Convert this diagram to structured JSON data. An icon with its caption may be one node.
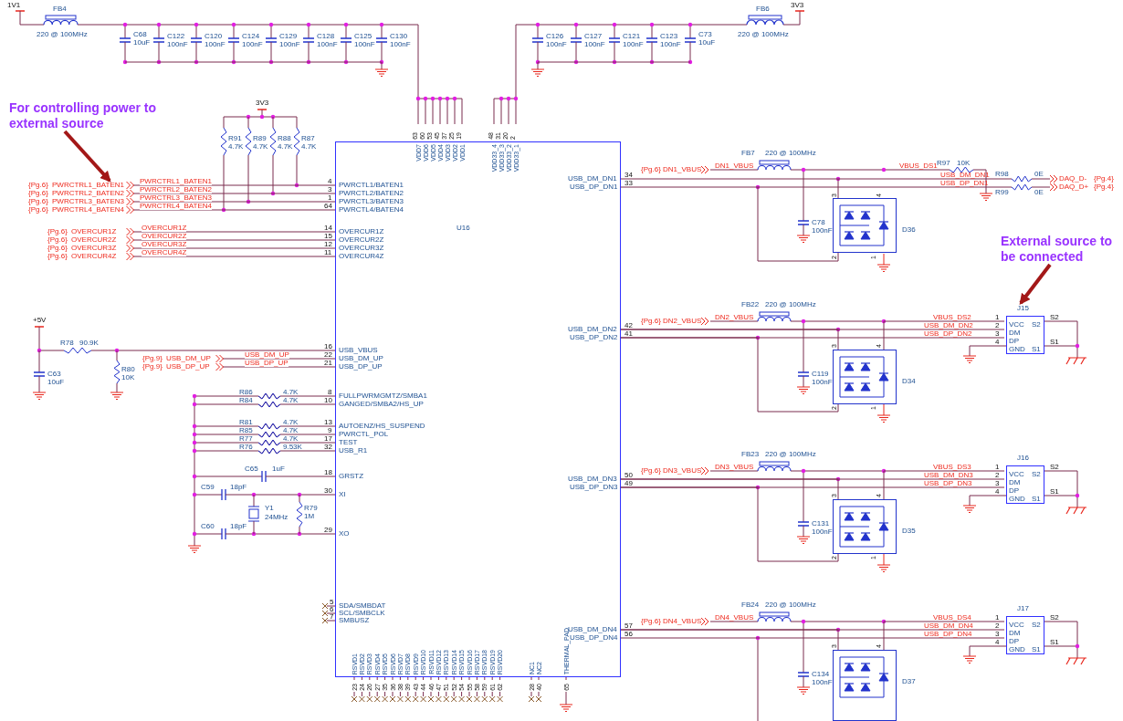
{
  "diagram": {
    "nodes": [
      {
        "text": [
          "For controlling power to external source"
        ]
      },
      {
        "text": [
          "External source to be connected"
        ]
      },
      {
        "text": [
          "U16",
          "VDD7",
          "VDD6",
          "VDD5",
          "VDD4",
          "VDD3",
          "VDD2",
          "VDD1",
          "VDD33_4",
          "VDD33_3",
          "VDD33_2",
          "VDD33_1",
          "PWRCTL1/BATEN1",
          "PWRCTL2/BATEN2",
          "PWRCTL3/BATEN3",
          "PWRCTL4/BATEN4",
          "OVERCUR1Z",
          "OVERCUR2Z",
          "OVERCUR3Z",
          "OVERCUR4Z",
          "USB_VBUS",
          "USB_DM_UP",
          "USB_DP_UP",
          "FULLPWRMGMTZ/SMBA1",
          "GANGED/SMBA2/HS_UP",
          "AUTOENZ/HS_SUSPEND",
          "PWRCTL_POL",
          "TEST",
          "USB_R1",
          "GRSTZ",
          "XI",
          "XO",
          "SDA/SMBDAT",
          "SCL/SMBCLK",
          "SMBUSZ",
          "RSVD1",
          "RSVD2",
          "RSVD3",
          "RSVD4",
          "RSVD5",
          "RSVD6",
          "RSVD7",
          "RSVD8",
          "RSVD9",
          "RSVD10",
          "RSVD11",
          "RSVD12",
          "RSVD13",
          "RSVD14",
          "RSVD15",
          "RSVD16",
          "RSVD17",
          "RSVD18",
          "RSVD19",
          "RSVD20",
          "NC1",
          "NC2",
          "THERMAL_PAD",
          "USB_DM_DN1",
          "USB_DP_DN1",
          "USB_DM_DN2",
          "USB_DP_DN2",
          "USB_DM_DN3",
          "USB_DP_DN3",
          "USB_DM_DN4",
          "USB_DP_DN4"
        ]
      },
      {
        "text": [
          "J15",
          "VCC",
          "S2",
          "DM",
          "DP",
          "GND",
          "S1"
        ]
      },
      {
        "text": [
          "J16",
          "VCC",
          "S2",
          "DM",
          "DP",
          "GND",
          "S1"
        ]
      },
      {
        "text": [
          "J17",
          "VCC",
          "S2",
          "DM",
          "DP",
          "GND",
          "S1"
        ]
      },
      {
        "text": [
          "D36"
        ]
      },
      {
        "text": [
          "D34"
        ]
      },
      {
        "text": [
          "D35"
        ]
      },
      {
        "text": [
          "D37"
        ]
      },
      {
        "text": [
          "{Pg.6}",
          "PWRCTRL1_BATEN1"
        ]
      },
      {
        "text": [
          "{Pg.6}",
          "PWRCTRL2_BATEN2"
        ]
      },
      {
        "text": [
          "{Pg.6}",
          "PWRCTRL3_BATEN3"
        ]
      },
      {
        "text": [
          "{Pg.6}",
          "PWRCTRL4_BATEN4"
        ]
      },
      {
        "text": [
          "{Pg.6}",
          "OVERCUR1Z"
        ]
      },
      {
        "text": [
          "{Pg.6}",
          "OVERCUR2Z"
        ]
      },
      {
        "text": [
          "{Pg.6}",
          "OVERCUR3Z"
        ]
      },
      {
        "text": [
          "{Pg.6}",
          "OVERCUR4Z"
        ]
      },
      {
        "text": [
          "{Pg.9}",
          "USB_DM_UP"
        ]
      },
      {
        "text": [
          "{Pg.9}",
          "USB_DP_UP"
        ]
      }
    ],
    "edges": [
      {
        "from": 0,
        "to": 10,
        "arrow": "to",
        "style": "thick",
        "color": "#a31818"
      },
      {
        "from": 1,
        "to": 3,
        "arrow": "to",
        "style": "thick",
        "color": "#a31818"
      },
      {
        "from": 2,
        "to": 6,
        "arrow": "none"
      },
      {
        "from": 2,
        "to": 6,
        "arrow": "none"
      },
      {
        "from": 2,
        "to": 3,
        "arrow": "none"
      },
      {
        "from": 2,
        "to": 7,
        "arrow": "none"
      },
      {
        "from": 2,
        "to": 3,
        "arrow": "none"
      },
      {
        "from": 2,
        "to": 7,
        "arrow": "none"
      },
      {
        "from": 7,
        "to": 3,
        "arrow": "none"
      },
      {
        "from": 2,
        "to": 4,
        "arrow": "none"
      },
      {
        "from": 2,
        "to": 8,
        "arrow": "none"
      },
      {
        "from": 2,
        "to": 4,
        "arrow": "none"
      },
      {
        "from": 2,
        "to": 8,
        "arrow": "none"
      },
      {
        "from": 8,
        "to": 4,
        "arrow": "none"
      },
      {
        "from": 2,
        "to": 5,
        "arrow": "none"
      },
      {
        "from": 2,
        "to": 9,
        "arrow": "none"
      },
      {
        "from": 2,
        "to": 5,
        "arrow": "none"
      },
      {
        "from": 9,
        "to": 5,
        "arrow": "none"
      },
      {
        "from": 10,
        "to": 2,
        "arrow": "none",
        "label": "PWRCTRL1_BATEN1"
      },
      {
        "from": 11,
        "to": 2,
        "arrow": "none",
        "label": "PWRCTRL2_BATEN2"
      },
      {
        "from": 12,
        "to": 2,
        "arrow": "none",
        "label": "PWRCTRL3_BATEN3"
      },
      {
        "from": 13,
        "to": 2,
        "arrow": "none",
        "label": "PWRCTRL4_BATEN4"
      },
      {
        "from": 14,
        "to": 2,
        "arrow": "none",
        "label": "OVERCUR1Z"
      },
      {
        "from": 15,
        "to": 2,
        "arrow": "none",
        "label": "OVERCUR2Z"
      },
      {
        "from": 16,
        "to": 2,
        "arrow": "none",
        "label": "OVERCUR3Z"
      },
      {
        "from": 17,
        "to": 2,
        "arrow": "none",
        "label": "OVERCUR4Z"
      },
      {
        "from": 18,
        "to": 2,
        "arrow": "none",
        "label": "USB_DM_UP"
      },
      {
        "from": 19,
        "to": 2,
        "arrow": "none",
        "label": "USB_DP_UP"
      }
    ],
    "labels": [
      "1V1",
      "FB4",
      "220 @ 100MHz",
      "C68",
      "10uF",
      "C122",
      "100nF",
      "C120",
      "100nF",
      "C124",
      "100nF",
      "C129",
      "100nF",
      "C128",
      "100nF",
      "C125",
      "100nF",
      "C130",
      "100nF",
      "FB6",
      "220 @ 100MHz",
      "3V3",
      "C126",
      "100nF",
      "C127",
      "100nF",
      "C121",
      "100nF",
      "C123",
      "100nF",
      "C73",
      "10uF",
      "63",
      "60",
      "53",
      "45",
      "37",
      "25",
      "19",
      "48",
      "31",
      "20",
      "2",
      "3V3",
      "R91",
      "4.7K",
      "R89",
      "4.7K",
      "R88",
      "4.7K",
      "R87",
      "4.7K",
      "4",
      "3",
      "1",
      "64",
      "14",
      "15",
      "12",
      "11",
      "+5V",
      "R78",
      "90.9K",
      "C63",
      "10uF",
      "R80",
      "10K",
      "16",
      "22",
      "21",
      "R86",
      "4.7K",
      "R84",
      "4.7K",
      "8",
      "10",
      "R81",
      "4.7K",
      "R85",
      "4.7K",
      "R77",
      "4.7K",
      "R76",
      "9.53K",
      "13",
      "9",
      "17",
      "32",
      "C65",
      "1uF",
      "18",
      "C59",
      "18pF",
      "30",
      "Y1",
      "24MHz",
      "R79",
      "1M",
      "C60",
      "18pF",
      "29",
      "5",
      "6",
      "7",
      "23",
      "24",
      "26",
      "27",
      "35",
      "36",
      "38",
      "39",
      "43",
      "44",
      "46",
      "47",
      "51",
      "52",
      "54",
      "55",
      "58",
      "59",
      "61",
      "62",
      "28",
      "40",
      "65",
      "34",
      "33",
      "{Pg.6}",
      "DN1_VBUS",
      "DN1_VBUS",
      "FB7",
      "220 @ 100MHz",
      "VBUS_DS1",
      "R97",
      "10K",
      "USB_DM_DN1",
      "USB_DP_DN1",
      "R98",
      "0E",
      "R99",
      "0E",
      "DAQ_D-",
      "{Pg.4}",
      "DAQ_D+",
      "{Pg.4}",
      "C78",
      "100nF",
      "3",
      "4",
      "2",
      "1",
      "42",
      "41",
      "{Pg.6}",
      "DN2_VBUS",
      "DN2_VBUS",
      "FB22",
      "220 @ 100MHz",
      "VBUS_DS2",
      "USB_DM_DN2",
      "USB_DP_DN2",
      "1",
      "2",
      "3",
      "4",
      "S2",
      "S1",
      "C119",
      "100nF",
      "3",
      "4",
      "2",
      "1",
      "50",
      "49",
      "{Pg.6}",
      "DN3_VBUS",
      "DN3_VBUS",
      "FB23",
      "220 @ 100MHz",
      "VBUS_DS3",
      "USB_DM_DN3",
      "USB_DP_DN3",
      "1",
      "2",
      "3",
      "4",
      "S2",
      "S1",
      "C131",
      "100nF",
      "3",
      "4",
      "2",
      "1",
      "57",
      "56",
      "{Pg.6}",
      "DN4_VBUS",
      "DN4_VBUS",
      "FB24",
      "220 @ 100MHz",
      "VBUS_DS4",
      "USB_DM_DN4",
      "USB_DP_DN4",
      "1",
      "2",
      "3",
      "4",
      "S2",
      "S1",
      "C134",
      "100nF",
      "3",
      "4"
    ]
  }
}
